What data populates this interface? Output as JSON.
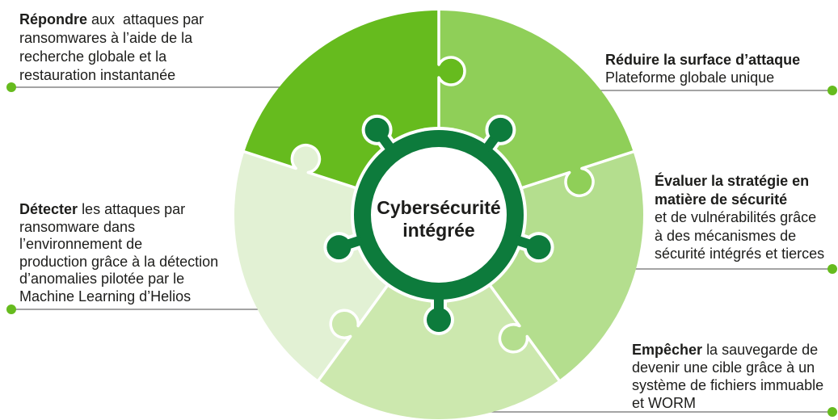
{
  "center_title": {
    "line1": "Cybersécurité",
    "line2": "intégrée"
  },
  "callouts": {
    "respond": {
      "bold": "Répondre",
      "line1_rest": "aux  attaques par",
      "line2": "ransomwares à l’aide de la",
      "line3": "recherche globale et la",
      "line4": "restauration instantanée"
    },
    "detect": {
      "bold": "Détecter",
      "line1_rest": "les attaques par",
      "line2": "ransomware dans",
      "line3": "l’environnement de",
      "line4": "production grâce à la détection",
      "line5": "d’anomalies pilotée par le",
      "line6": "Machine Learning d’Helios"
    },
    "reduce": {
      "bold_line1": "Réduire la surface d’attaque",
      "line2": "Plateforme globale unique"
    },
    "evaluate": {
      "bold_line1": "Évaluer la stratégie en",
      "bold_line2": "matière de sécurité",
      "line3": "et de vulnérabilités grâce",
      "line4": "à des mécanismes de",
      "line5": "sécurité intégrés et tierces"
    },
    "prevent": {
      "bold": "Empêcher",
      "line1_rest": "la sauvegarde de",
      "line2": "devenir une cible grâce à un",
      "line3": "système de fichiers immuable",
      "line4": "et WORM"
    }
  },
  "colors": {
    "piece_respond": "#66bb1e",
    "piece_reduce": "#8fcf58",
    "piece_evaluate": "#b4de8e",
    "piece_prevent": "#cce8ae",
    "piece_detect": "#e2f1d4",
    "ring": "#0d7b3c",
    "dot": "#66bb1e",
    "text": "#1d1d1b",
    "leader_line": "#6e6e6e"
  }
}
